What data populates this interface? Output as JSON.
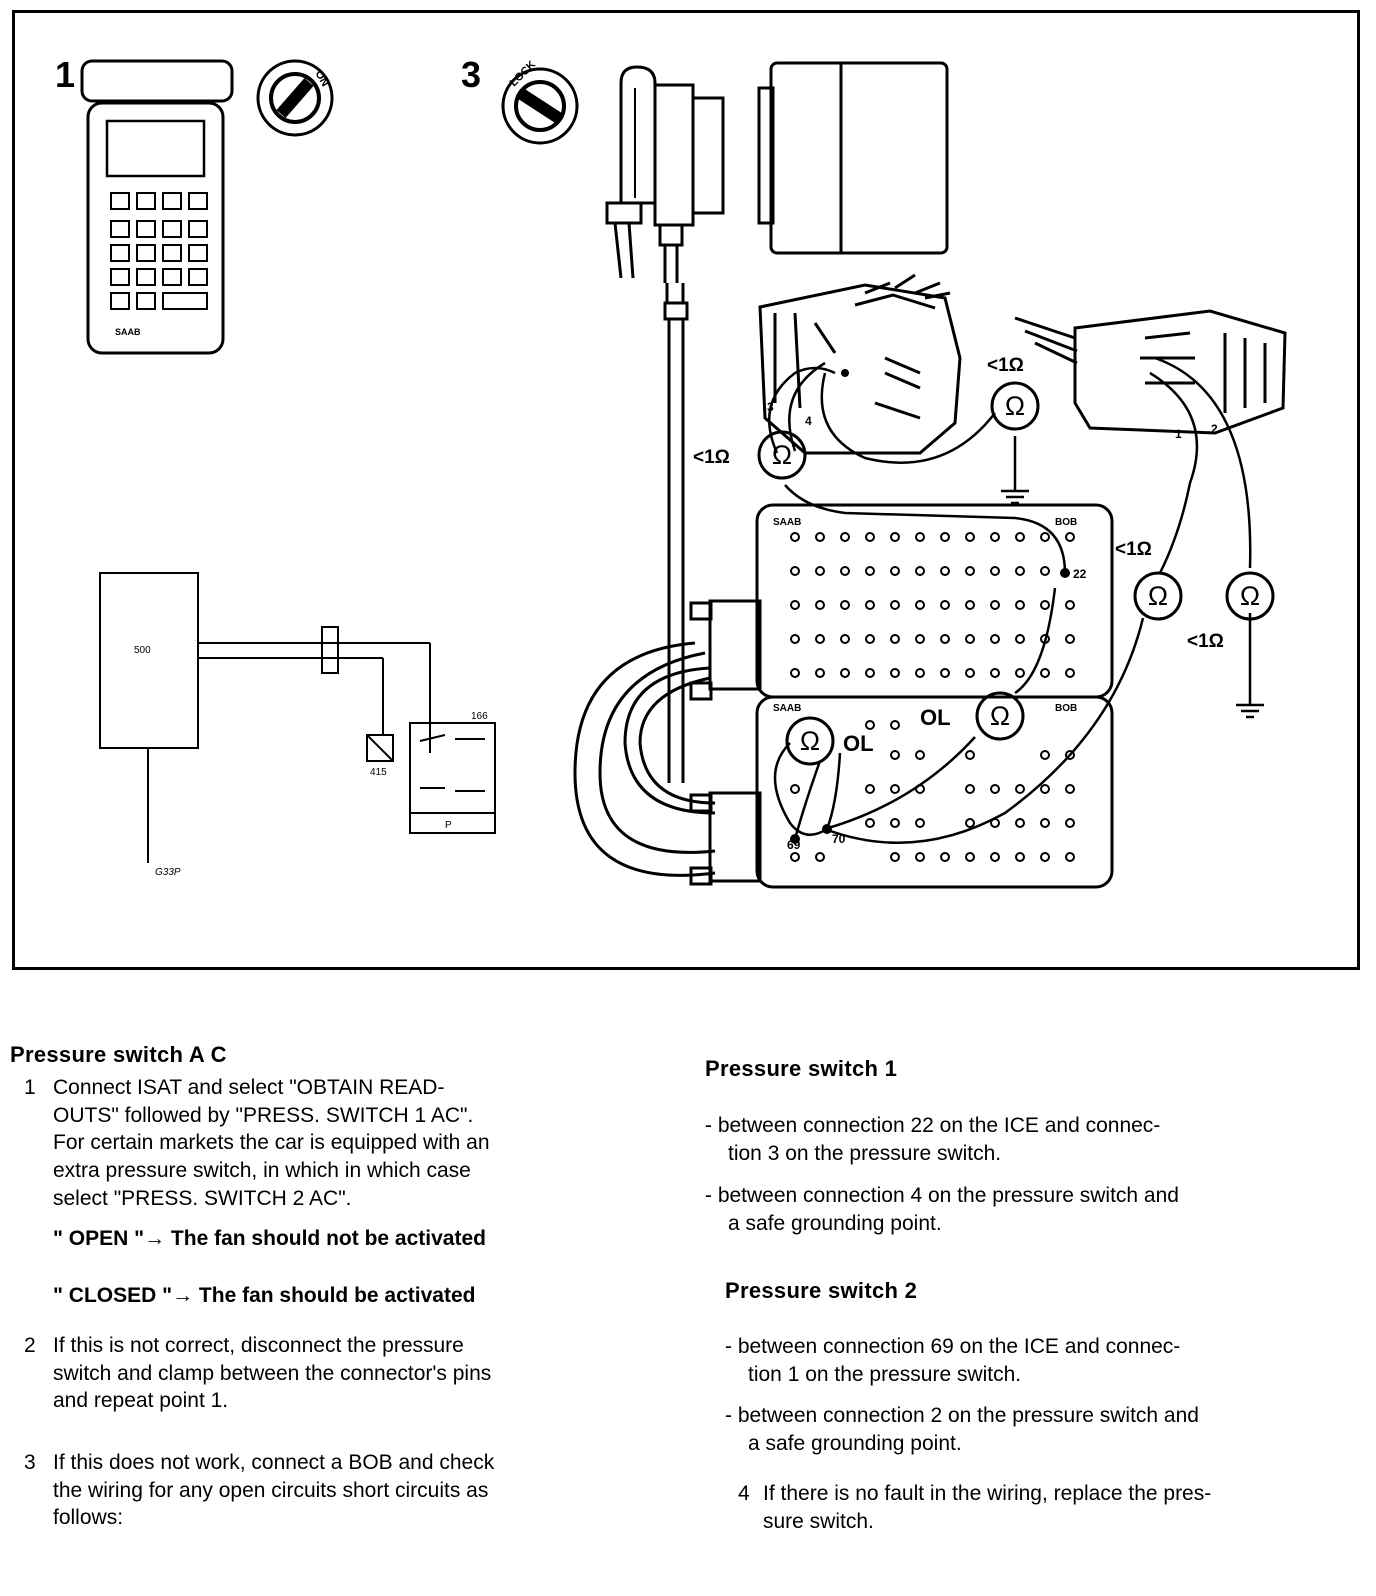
{
  "figure": {
    "step1": "1",
    "step3": "3",
    "key1": "ON",
    "key3": "LOCK",
    "ohm": "Ω",
    "lt1": "<1Ω",
    "ol": "OL",
    "saab": "SAAB",
    "bob": "BOB",
    "pin22": "22",
    "pin69": "69",
    "pin70": "70",
    "wire3": "3",
    "wire4": "4",
    "wire1": "1",
    "wire2": "2",
    "ecu": "500",
    "ground": "G33P",
    "comp166": "166",
    "comp415": "415",
    "p": "P"
  },
  "left": {
    "heading": "Pressure switch A C",
    "item1_num": "1",
    "item1_l1": "Connect ISAT and select \"OBTAIN READ-",
    "item1_l2": "OUTS\" followed by \"PRESS. SWITCH 1 AC\".",
    "item1_l3": "For certain markets the car is equipped with an",
    "item1_l4": "extra pressure switch, in which in which case",
    "item1_l5": "select \"PRESS. SWITCH 2 AC\".",
    "open": "\" OPEN \"→ The fan should not be activated",
    "closed": "\" CLOSED \"→ The fan should be activated",
    "item2_num": "2",
    "item2_l1": "If this is not correct, disconnect the pressure",
    "item2_l2": "switch and clamp between the connector's pins",
    "item2_l3": "and repeat point 1.",
    "item3_num": "3",
    "item3_l1": "If this does not work, connect a BOB and check",
    "item3_l2": "the wiring for any open circuits short circuits as",
    "item3_l3": "follows:"
  },
  "right": {
    "heading1": "Pressure switch 1",
    "b1_l1": "- between connection 22 on the ICE and connec-",
    "b1_l2": "tion 3 on the pressure switch.",
    "b2_l1": "- between connection 4 on the pressure switch and",
    "b2_l2": "a safe grounding point.",
    "heading2": "Pressure switch 2",
    "b3_l1": "- between connection 69 on the ICE and connec-",
    "b3_l2": "tion 1 on the pressure switch.",
    "b4_l1": "- between connection 2 on the pressure switch and",
    "b4_l2": "a safe grounding point.",
    "item4_num": "4",
    "item4_l1": "If there is no fault in the wiring, replace the pres-",
    "item4_l2": "sure switch."
  }
}
